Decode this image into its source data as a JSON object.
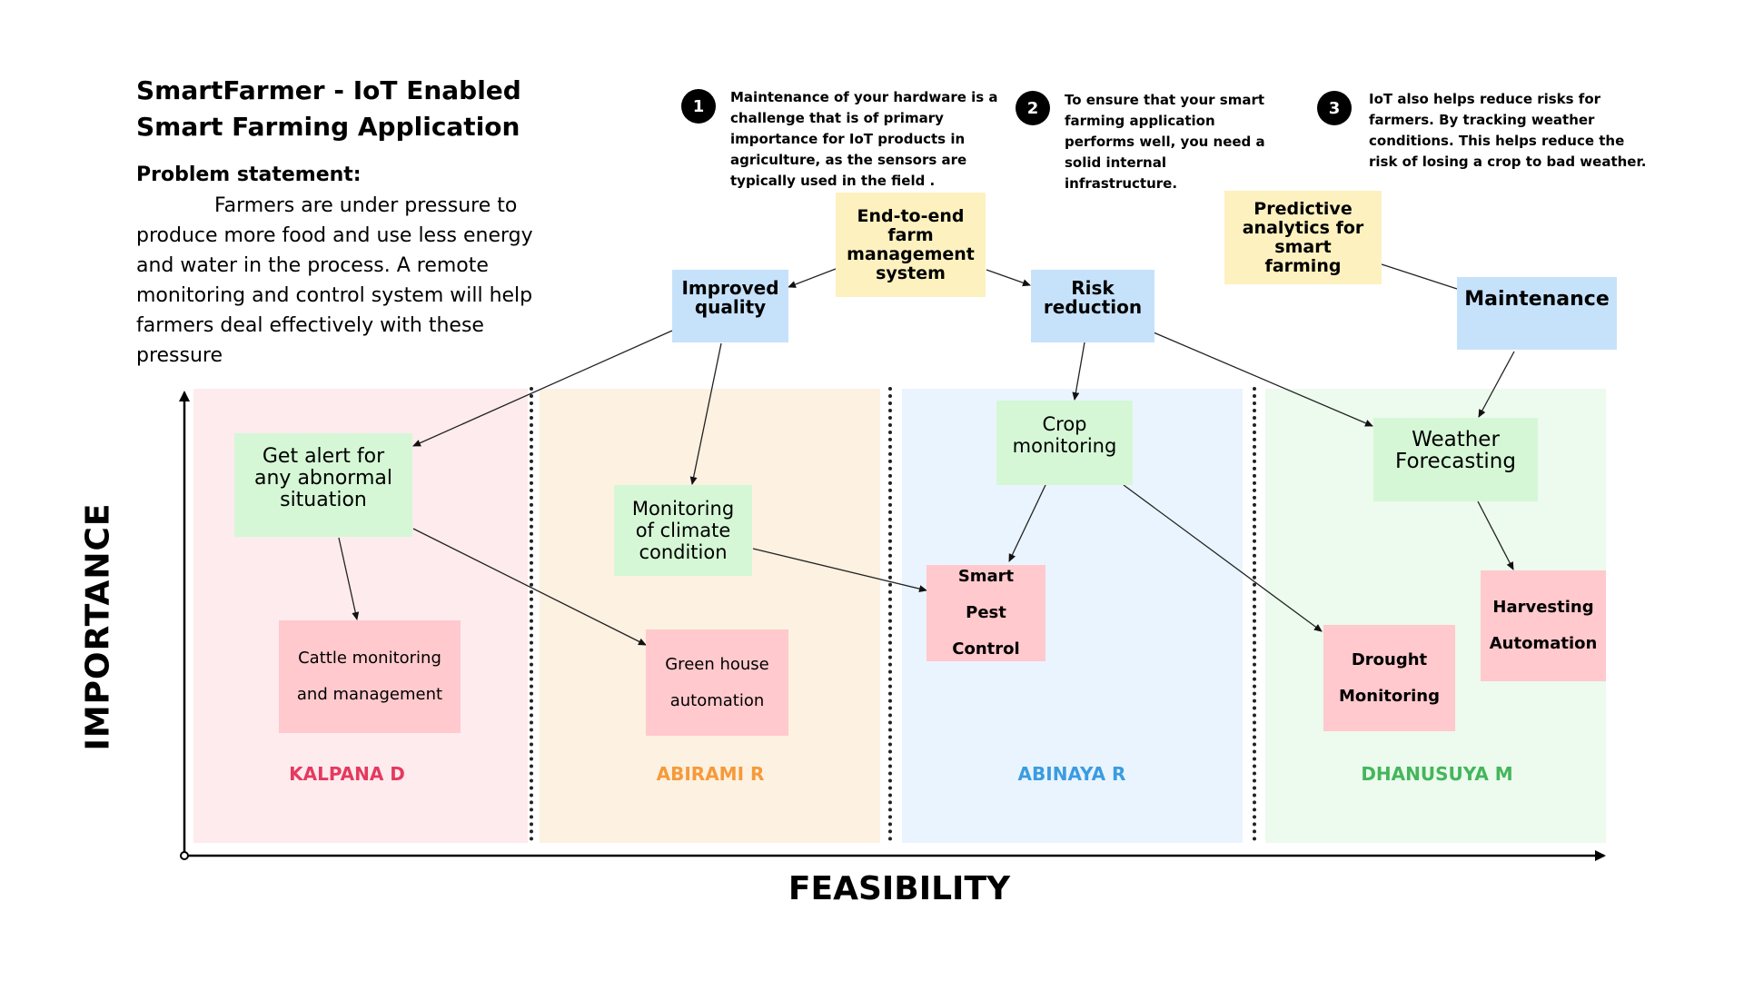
{
  "title": "SmartFarmer - IoT Enabled Smart Farming Application",
  "problem_label": "Problem statement:",
  "problem_text": "Farmers are under pressure to produce more food and use less energy and water in the process. A remote monitoring and control system will help farmers deal effectively with these pressure",
  "info": [
    {
      "num": "1",
      "text": "Maintenance of your hardware is a challenge that is of primary importance for IoT products in agriculture, as the sensors are typically used in the field ."
    },
    {
      "num": "2",
      "text": "To ensure that your smart farming application performs well, you need a solid internal infrastructure."
    },
    {
      "num": "3",
      "text": "IoT also helps reduce risks for farmers. By tracking weather conditions. This helps reduce the risk of losing a crop to bad weather."
    }
  ],
  "nodes": {
    "end_to_end": "End-to-end farm management system",
    "predictive": "Predictive analytics for smart farming",
    "improved_quality": "Improved quality",
    "risk_reduction": "Risk reduction",
    "maintenance": "Maintenance",
    "get_alert": "Get alert for any abnormal situation",
    "monitoring_climate": "Monitoring of climate condition",
    "crop_monitoring": "Crop monitoring",
    "weather_forecasting": "Weather Forecasting",
    "cattle": "Cattle monitoring and management",
    "green_house": "Green house automation",
    "smart_pest": "Smart Pest Control",
    "drought": "Drought Monitoring",
    "harvesting": "Harvesting Automation"
  },
  "zones": [
    {
      "name": "KALPANA D",
      "bg": "#fdebee",
      "color": "#e6395f"
    },
    {
      "name": "ABIRAMI R",
      "bg": "#fdf1e1",
      "color": "#f59a3a"
    },
    {
      "name": "ABINAYA R",
      "bg": "#eaf4fe",
      "color": "#3a9ce0"
    },
    {
      "name": "DHANUSUYA M",
      "bg": "#edfaee",
      "color": "#44b65c"
    }
  ],
  "axes": {
    "y": "IMPORTANCE",
    "x": "FEASIBILITY"
  }
}
